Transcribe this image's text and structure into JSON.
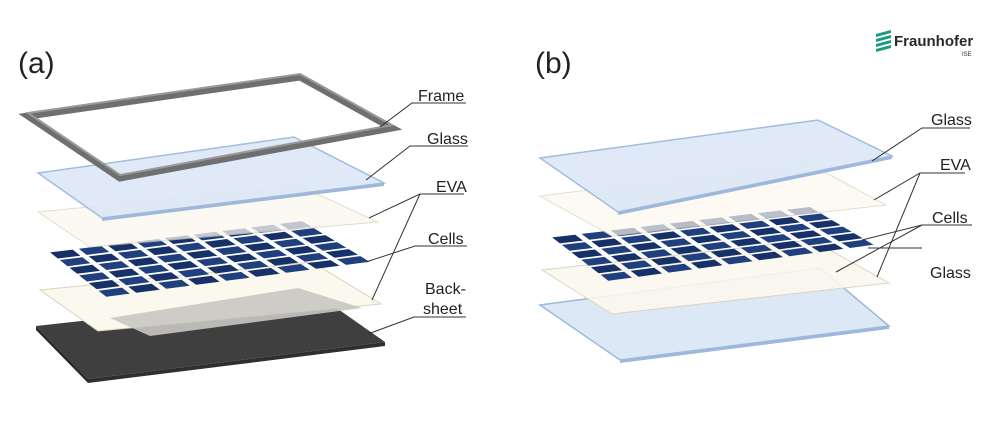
{
  "panel_a": {
    "label": "(a)",
    "callouts": {
      "frame": "Frame",
      "glass": "Glass",
      "eva": "EVA",
      "cells": "Cells",
      "backsheet_line1": "Back-",
      "backsheet_line2": "sheet"
    }
  },
  "panel_b": {
    "label": "(b)",
    "callouts": {
      "glass_top": "Glass",
      "eva": "EVA",
      "cells": "Cells",
      "glass_bottom": "Glass"
    }
  },
  "logo": {
    "wordmark": "Fraunhofer",
    "sub": "ISE"
  },
  "colors": {
    "glass": "#dde8f7",
    "glass_edge": "#9db8dc",
    "eva": "#fbf8ee",
    "eva_edge": "#d9d2bd",
    "cell": "#1f3f7f",
    "cell_shadow": "#163068",
    "frame": "#777777",
    "backsheet_top": "#c9c7c2",
    "backsheet_bottom": "#3f3f3f",
    "logo_green": "#179c7d"
  }
}
